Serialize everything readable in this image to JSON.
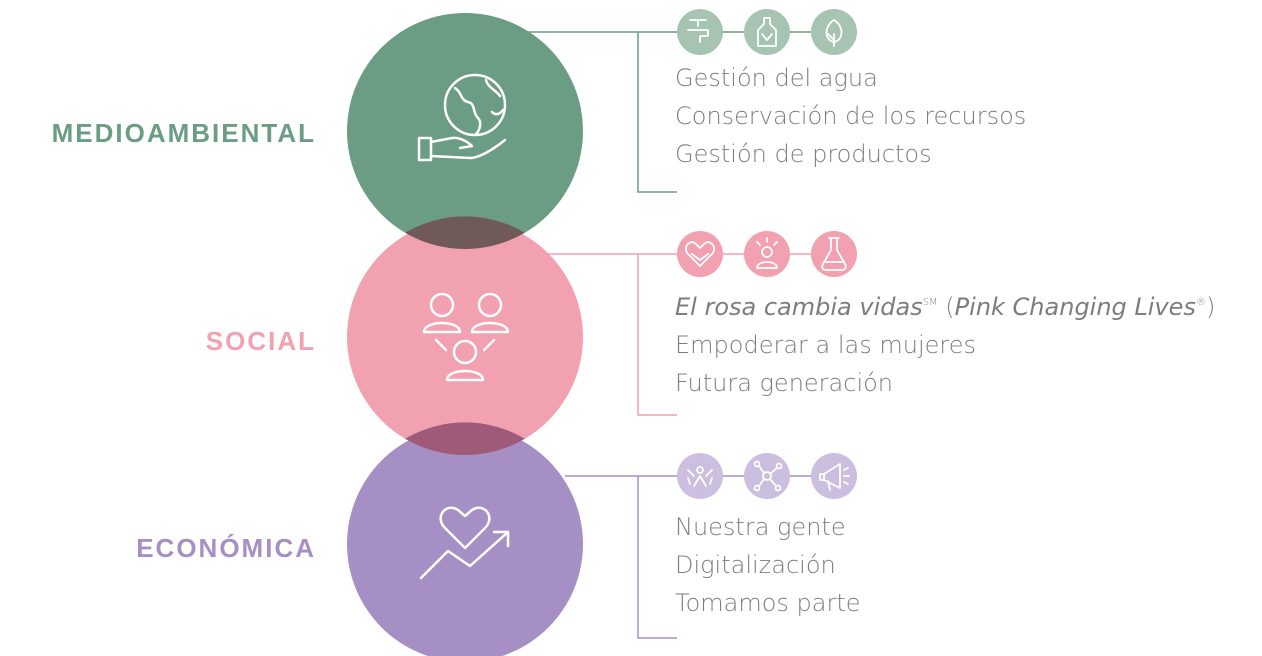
{
  "pillars": [
    {
      "title": "MEDIOAMBIENTAL",
      "color": "#6b9c84",
      "icon": "globe-in-hand-icon",
      "sub_icons": [
        "water-tap-icon",
        "recycle-bottle-icon",
        "leaf-icon"
      ],
      "sub_icon_color": "#a7c4b3",
      "items": [
        {
          "text": "Gestión del agua"
        },
        {
          "text": "Conservación de los recursos"
        },
        {
          "text": "Gestión de productos"
        }
      ]
    },
    {
      "title": "SOCIAL",
      "color": "#f2a1b1",
      "icon": "people-network-icon",
      "sub_icons": [
        "heart-handshake-icon",
        "person-idea-icon",
        "flask-icon"
      ],
      "sub_icon_color": "#f2a1b1",
      "items": [
        {
          "italic": "El rosa cambia vidas",
          "sup1": "SM",
          "mid": " (",
          "italic2": "Pink Changing Lives",
          "sup2": "®",
          "end": ")"
        },
        {
          "text": "Empoderar a las mujeres"
        },
        {
          "text": "Futura generación"
        }
      ]
    },
    {
      "title": "ECONÓMICA",
      "color": "#a58fc4",
      "icon": "heart-growth-icon",
      "sub_icons": [
        "team-celebration-icon",
        "network-nodes-icon",
        "megaphone-icon"
      ],
      "sub_icon_color": "#cbbede",
      "items": [
        {
          "text": "Nuestra gente"
        },
        {
          "text": "Digitalización"
        },
        {
          "text": "Tomamos parte"
        }
      ]
    }
  ],
  "overlap_colors": [
    "#6f5a57",
    "#9e5a78"
  ]
}
